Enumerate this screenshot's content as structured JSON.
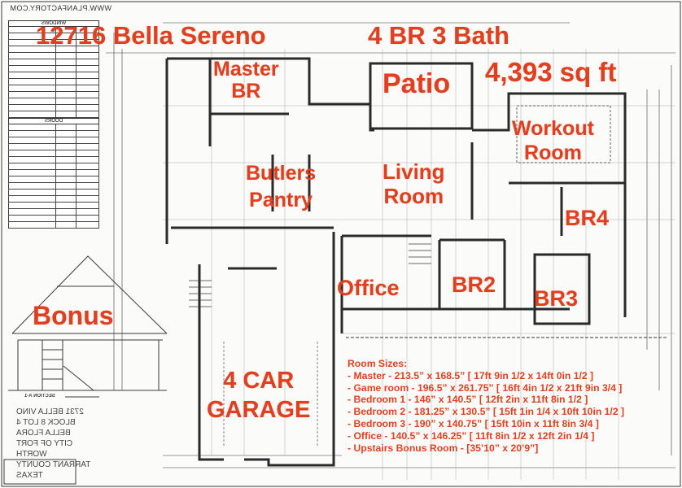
{
  "header": {
    "title": "12716 Bella Sereno",
    "beds_baths": "4 BR 3 Bath",
    "square_feet": "4,393 sq ft"
  },
  "watermark": "WWW.PLANFACTORY.COM",
  "schedule": {
    "doors_heading": "DOORS",
    "windows_heading": "WINDOWS"
  },
  "rooms": {
    "master": "Master",
    "master_2": "BR",
    "patio": "Patio",
    "workout": "Workout",
    "workout_2": "Room",
    "butlers": "Butlers",
    "butlers_2": "Pantry",
    "living": "Living",
    "living_2": "Room",
    "br4": "BR4",
    "office": "Office",
    "br2": "BR2",
    "br3": "BR3",
    "bonus": "Bonus",
    "garage": "4 CAR",
    "garage_2": "GARAGE"
  },
  "lot_info": {
    "address": "2731 BELLA VINO",
    "block_lot": "BLOCK 8 LOT 4",
    "subdivision": "BELLA FLORA",
    "city": "CITY OF FORT WORTH",
    "county": "TARRANT COUNTY TEXAS",
    "section": "SECTION A-1"
  },
  "room_sizes": {
    "heading": "Room Sizes:",
    "items": [
      "- Master - 213.5” x 168.5” [ 17ft 9in 1/2 x 14ft 0in 1/2 ]",
      "- Game room - 196.5” x 261.75” [ 16ft 4in 1/2 x 21ft 9in 3/4 ]",
      "- Bedroom 1 - 146” x 140.5” [ 12ft 2in x 11ft 8in 1/2 ]",
      "- Bedroom 2 - 181.25” x 130.5” [ 15ft 1in 1/4 x 10ft 10in 1/2 ]",
      "- Bedroom 3 - 190” x 140.75” [ 15ft 10in x 11ft 8in 3/4 ]",
      "- Office - 140.5” x 146.25” [ 11ft 8in 1/2 x 12ft 2in 1/4 ]",
      "- Upstairs Bonus Room -  [35’10” x 20’9”]"
    ]
  },
  "colors": {
    "label": "#e0401f",
    "lines": "#2a2a2a",
    "paper": "#fbfbfa"
  }
}
